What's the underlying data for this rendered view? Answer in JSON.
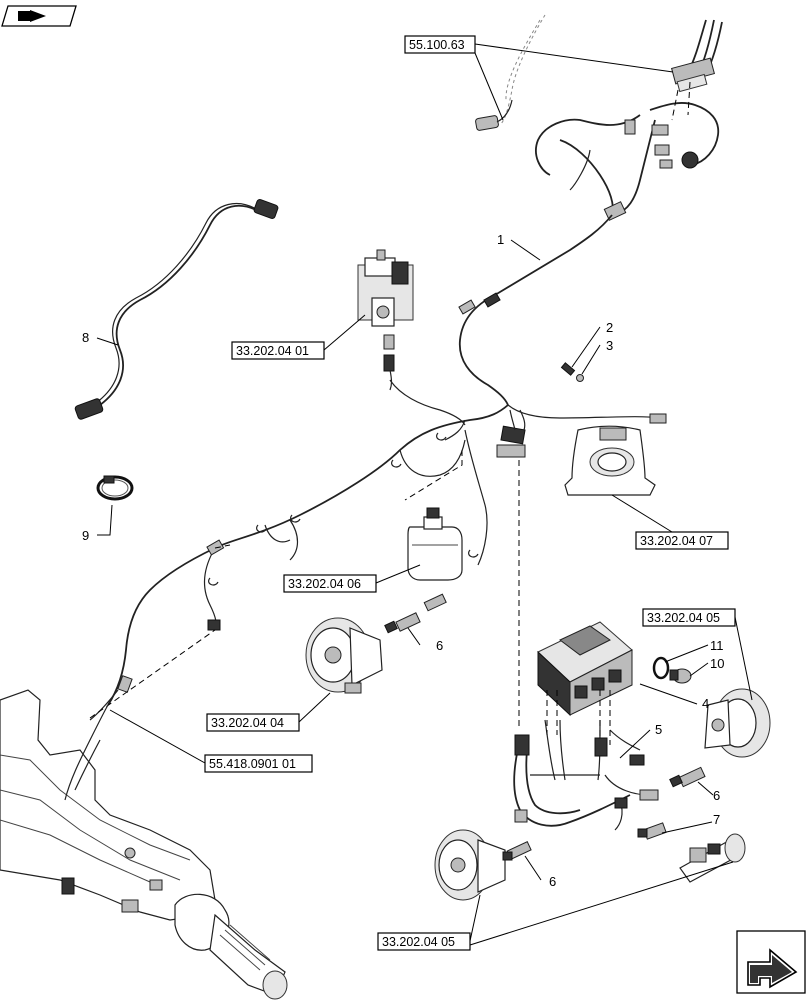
{
  "references": {
    "r1": "55.100.63",
    "r2": "33.202.04 01",
    "r3": "33.202.04 07",
    "r4": "33.202.04 06",
    "r5": "33.202.04 05",
    "r6": "33.202.04 04",
    "r7": "55.418.0901 01",
    "r8": "33.202.04 05"
  },
  "callouts": {
    "c1": "1",
    "c2": "2",
    "c3": "3",
    "c4": "4",
    "c5": "5",
    "c6a": "6",
    "c6b": "6",
    "c6c": "6",
    "c7": "7",
    "c8": "8",
    "c9": "9",
    "c10": "10",
    "c11": "11"
  },
  "icons": {
    "top_left": "open-book-arrow-icon",
    "bottom_right": "next-page-arrow-icon"
  }
}
